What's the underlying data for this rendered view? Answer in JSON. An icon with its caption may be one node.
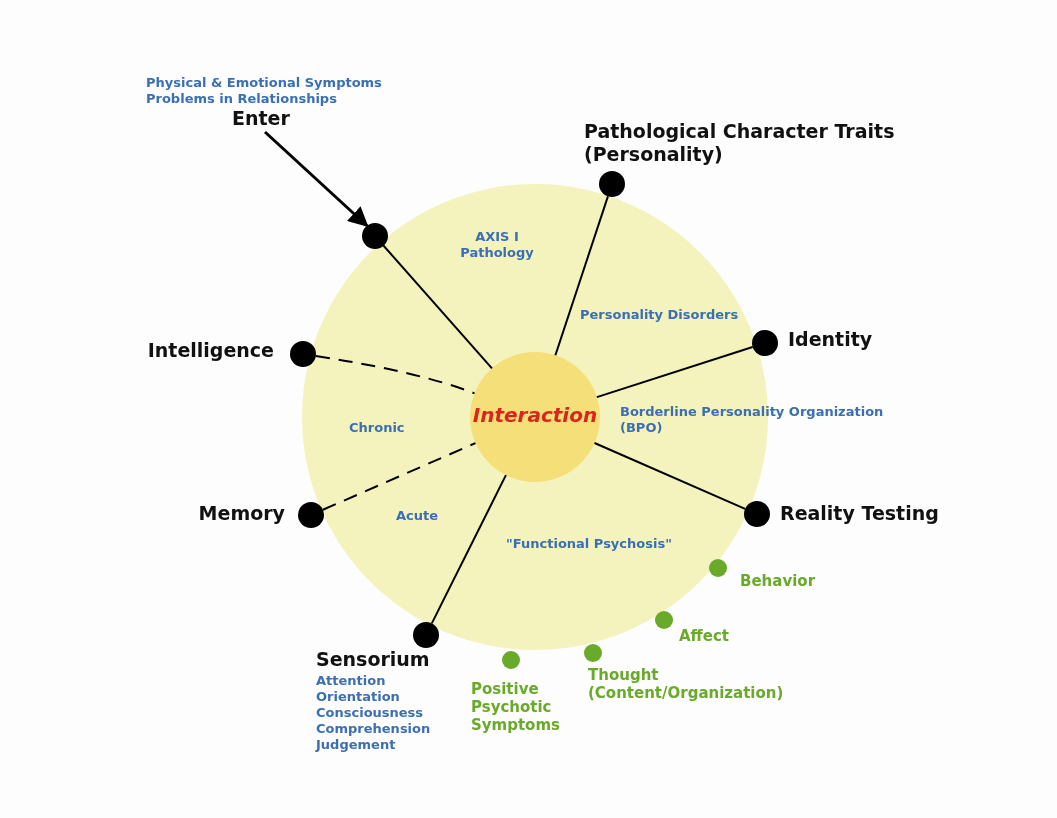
{
  "diagram": {
    "nodes": [
      {
        "text": [
          "Interaction"
        ]
      },
      {
        "text": [
          "Physical & Emotional Symptoms Problems in Relationships",
          "Enter"
        ]
      },
      {
        "text": [],
        "shape": "circle"
      },
      {
        "text": [
          "Pathological Character Traits (Personality)"
        ]
      },
      {
        "text": [
          "Identity"
        ]
      },
      {
        "text": [
          "Intelligence"
        ]
      },
      {
        "text": [
          "Memory"
        ]
      },
      {
        "text": [
          "Reality Testing"
        ]
      },
      {
        "text": [
          "Sensorium",
          "Attention Orientation Consciousness Comprehension Judgement"
        ]
      },
      {
        "text": [
          "Behavior"
        ]
      },
      {
        "text": [
          "Affect"
        ]
      },
      {
        "text": [
          "Thought (Content/Organization)"
        ]
      },
      {
        "text": [
          "Positive Psychotic Symptoms"
        ]
      }
    ],
    "edges": [
      {
        "from": 1,
        "to": 2,
        "arrow": "to"
      },
      {
        "from": 2,
        "to": 0,
        "arrow": "none"
      },
      {
        "from": 3,
        "to": 0,
        "arrow": "none"
      },
      {
        "from": 4,
        "to": 0,
        "arrow": "none"
      },
      {
        "from": 5,
        "to": 0,
        "arrow": "none",
        "style": "dashed"
      },
      {
        "from": 6,
        "to": 0,
        "arrow": "none",
        "style": "dashed"
      },
      {
        "from": 7,
        "to": 0,
        "arrow": "none"
      },
      {
        "from": 8,
        "to": 0,
        "arrow": "none"
      }
    ],
    "labels": [
      "AXIS I Pathology",
      "Personality Disorders",
      "Borderline Personality Organization (BPO)",
      "Chronic",
      "Acute",
      "\"Functional Psychosis\""
    ]
  }
}
